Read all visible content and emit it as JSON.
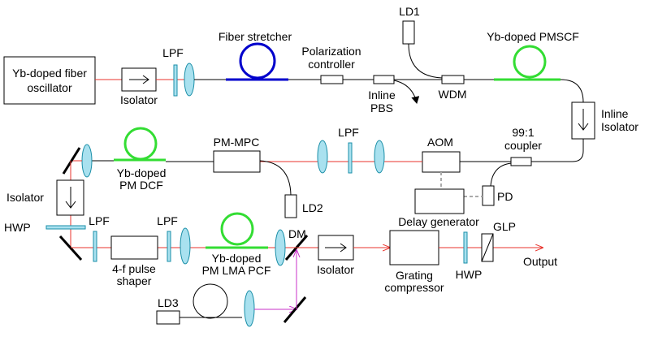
{
  "colors": {
    "laser_beam": "#e8332c",
    "pump_beam": "#c931c9",
    "gain_fiber": "#33dd33",
    "stretcher_fiber": "#0000cc",
    "optic_fill": "#a9e1ef",
    "electrical": "#aaaaaa"
  },
  "labels": {
    "oscillator": [
      "Yb-doped fiber",
      "oscillator"
    ],
    "isolator_1": "Isolator",
    "lpf_1": "LPF",
    "fiber_stretcher": "Fiber stretcher",
    "polarization_controller": [
      "Polarization",
      "controller"
    ],
    "inline_pbs": [
      "Inline",
      "PBS"
    ],
    "ld1": "LD1",
    "wdm": "WDM",
    "yb_pmscf": "Yb-doped PMSCF",
    "inline_isolator": [
      "Inline",
      "Isolator"
    ],
    "coupler": [
      "99:1",
      "coupler"
    ],
    "aom": "AOM",
    "pd": "PD",
    "delay_generator": "Delay generator",
    "lpf_2": "LPF",
    "pm_mpc": "PM-MPC",
    "ld2": "LD2",
    "yb_pm_dcf": [
      "Yb-doped",
      "PM DCF"
    ],
    "isolator_2": "Isolator",
    "hwp_1": "HWP",
    "lpf_3": "LPF",
    "lpf_4": "LPF",
    "pulse_shaper": [
      "4-f pulse",
      "shaper"
    ],
    "yb_pm_lma_pcf": [
      "Yb-doped",
      "PM LMA PCF"
    ],
    "dm": "DM",
    "isolator_3": "Isolator",
    "grating_compressor": [
      "Grating",
      "compressor"
    ],
    "hwp_2": "HWP",
    "glp": "GLP",
    "output": "Output",
    "ld3": "LD3"
  },
  "icons": {
    "isolator_forward": "right-arrow-icon",
    "isolator_down": "down-arrow-icon"
  }
}
